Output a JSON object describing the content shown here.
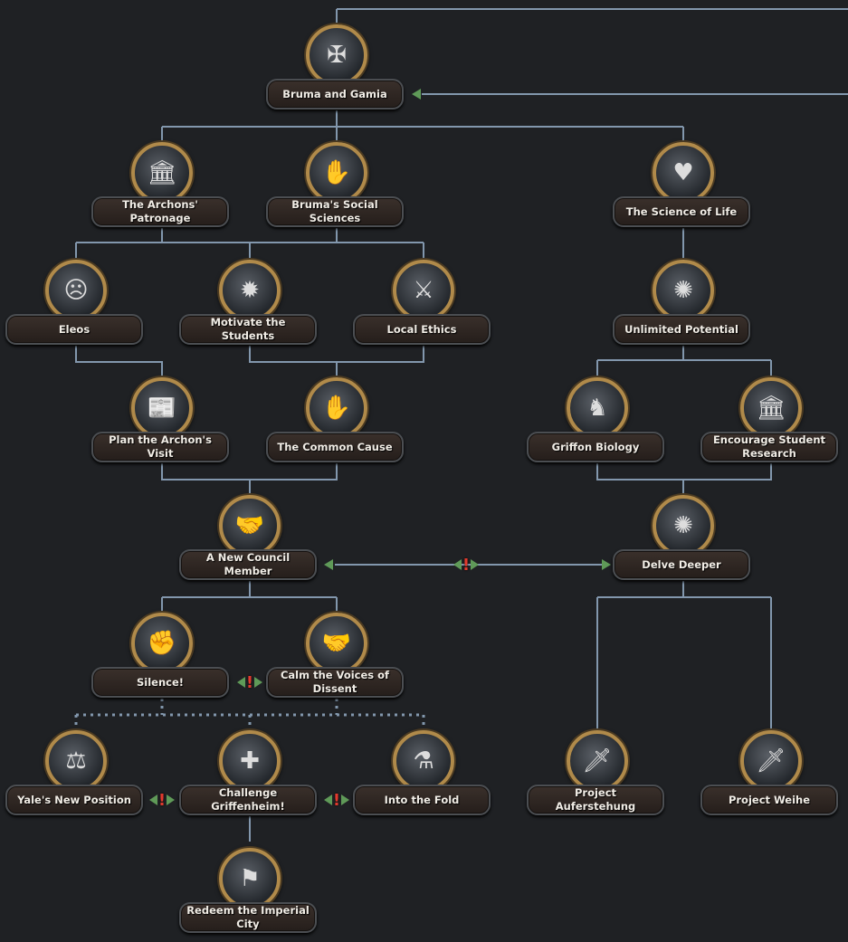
{
  "focus_tree": {
    "nodes": [
      {
        "id": "bruma",
        "label": "Bruma and Gamia",
        "icon": "eagle-emblem-icon",
        "glyph": "✠"
      },
      {
        "id": "archons",
        "label": "The Archons' Patronage",
        "icon": "building-columns-icon",
        "glyph": "🏛"
      },
      {
        "id": "social",
        "label": "Bruma's Social Sciences",
        "icon": "hand-icon",
        "glyph": "✋"
      },
      {
        "id": "science",
        "label": "The Science of Life",
        "icon": "hearts-flask-icon",
        "glyph": "♥"
      },
      {
        "id": "eleos",
        "label": "Eleos",
        "icon": "theater-mask-icon",
        "glyph": "☹"
      },
      {
        "id": "motivate",
        "label": "Motivate the Students",
        "icon": "phoenix-emblem-icon",
        "glyph": "✹"
      },
      {
        "id": "ethics",
        "label": "Local Ethics",
        "icon": "helmet-icon",
        "glyph": "⚔"
      },
      {
        "id": "unlimited",
        "label": "Unlimited Potential",
        "icon": "brain-icon",
        "glyph": "✺"
      },
      {
        "id": "visit",
        "label": "Plan the Archon's Visit",
        "icon": "newspaper-icon",
        "glyph": "📰"
      },
      {
        "id": "common",
        "label": "The Common Cause",
        "icon": "hand-icon",
        "glyph": "✋"
      },
      {
        "id": "biology",
        "label": "Griffon Biology",
        "icon": "griffon-portrait-icon",
        "glyph": "♞"
      },
      {
        "id": "research",
        "label": "Encourage Student Research",
        "icon": "temple-icon",
        "glyph": "🏛"
      },
      {
        "id": "council",
        "label": "A New Council Member",
        "icon": "handshake-icon",
        "glyph": "🤝"
      },
      {
        "id": "delve",
        "label": "Delve Deeper",
        "icon": "brain-icon",
        "glyph": "✺"
      },
      {
        "id": "silence",
        "label": "Silence!",
        "icon": "fist-icon",
        "glyph": "✊"
      },
      {
        "id": "calm",
        "label": "Calm the Voices of Dissent",
        "icon": "handshake-swords-icon",
        "glyph": "🤝"
      },
      {
        "id": "yale",
        "label": "Yale's New Position",
        "icon": "scales-icon",
        "glyph": "⚖"
      },
      {
        "id": "challenge",
        "label": "Challenge Griffenheim!",
        "icon": "sword-cross-icon",
        "glyph": "✚"
      },
      {
        "id": "fold",
        "label": "Into the Fold",
        "icon": "handshake-flask-icon",
        "glyph": "⚗"
      },
      {
        "id": "auferstehung",
        "label": "Project Auferstehung",
        "icon": "sword-laurel-icon",
        "glyph": "🗡"
      },
      {
        "id": "weihe",
        "label": "Project Weihe",
        "icon": "sword-shield-icon",
        "glyph": "🗡"
      },
      {
        "id": "redeem",
        "label": "Redeem the Imperial City",
        "icon": "griffon-banner-icon",
        "glyph": "⚑"
      }
    ]
  },
  "colors": {
    "line": "#8297ad",
    "background": "#1f2124",
    "exclusive": "#e23a2e",
    "arrow": "#5f9a58"
  },
  "exclusive_marker": "!"
}
